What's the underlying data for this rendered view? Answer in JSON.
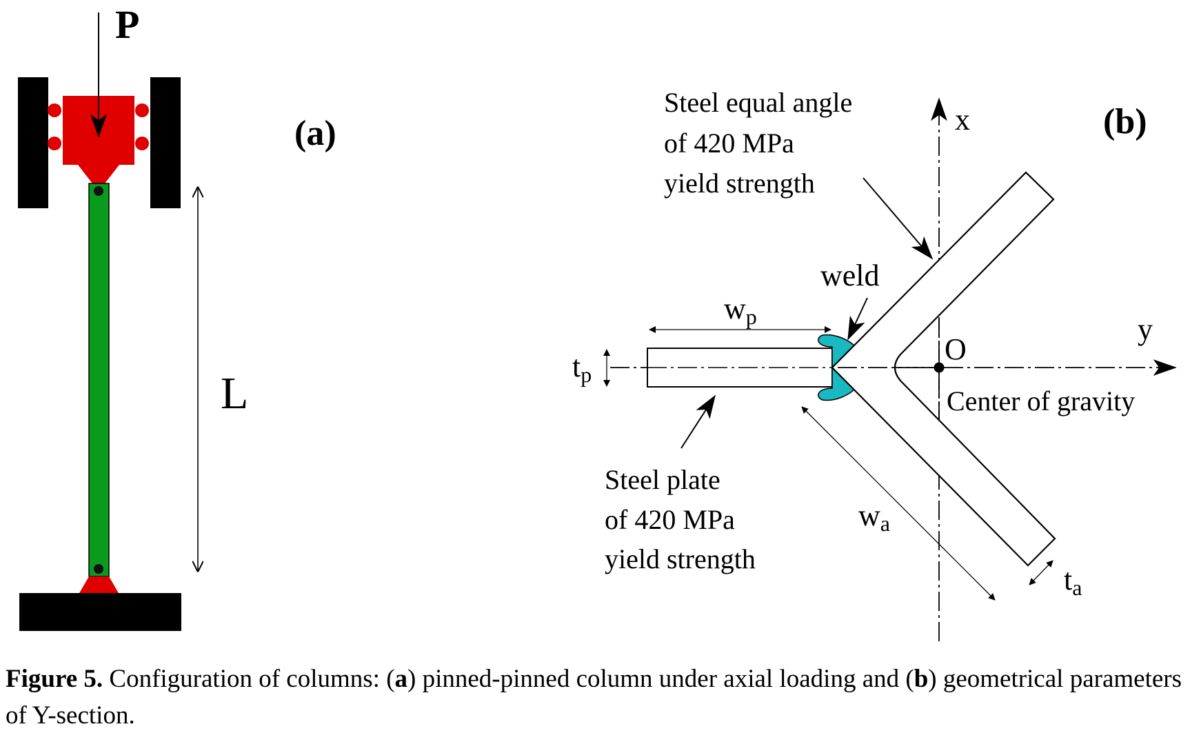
{
  "panel_a": {
    "panel_label": "(a)",
    "load_label": "P",
    "length_label": "L",
    "colors": {
      "frame": "#000000",
      "loading_head": "#e00000",
      "column": "#0a9a1e",
      "pin": "#111111"
    }
  },
  "panel_b": {
    "panel_label": "(b)",
    "axis_x_label": "x",
    "axis_y_label": "y",
    "origin_label": "O",
    "center_label": "Center of gravity",
    "angle_label": [
      "Steel equal angle",
      "of 420 MPa",
      "yield strength"
    ],
    "plate_label": [
      "Steel plate",
      "of 420 MPa",
      "yield strength"
    ],
    "weld_label": "weld",
    "wp_main": "w",
    "wp_sub": "p",
    "tp_main": "t",
    "tp_sub": "p",
    "wa_main": "w",
    "wa_sub": "a",
    "ta_main": "t",
    "ta_sub": "a",
    "colors": {
      "weld": "#1ab8c0",
      "lines": "#000000"
    }
  },
  "caption": {
    "figure_label": "Figure 5.",
    "text_1": " Configuration of columns: (",
    "part_a": "a",
    "text_2": ") pinned-pinned column under axial loading and (",
    "part_b": "b",
    "text_3": ") geometrical parameters of Y-section."
  }
}
